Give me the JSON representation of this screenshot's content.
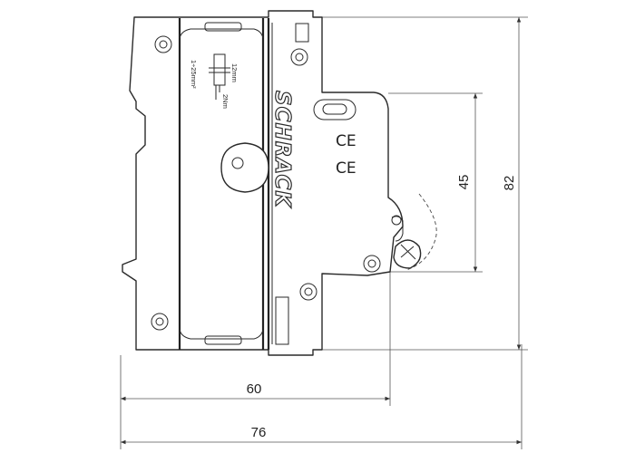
{
  "brand": {
    "name": "SCHRACK"
  },
  "marks": {
    "certification": "CE"
  },
  "terminal": {
    "cross_section": "1÷25mm²",
    "strip_length": "12mm",
    "torque": "2Nm"
  },
  "dimensions": {
    "front_height": "45",
    "total_height": "82",
    "front_depth": "60",
    "total_depth": "76"
  }
}
